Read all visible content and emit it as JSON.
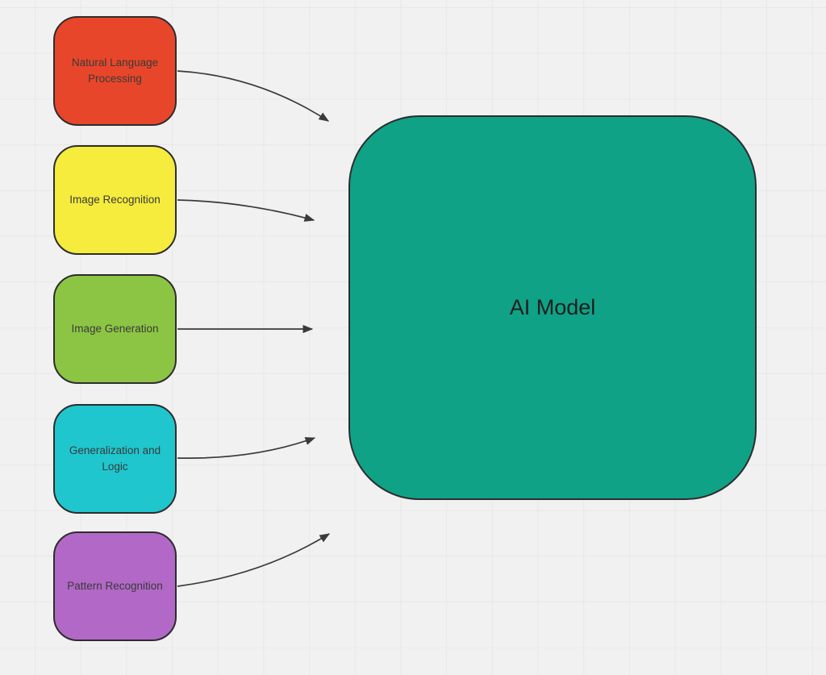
{
  "canvas": {
    "background_color": "#f1f1f1",
    "grid_color": "#e8e8e8",
    "connector_color": "#3a3a3a",
    "node_border_color": "#2d2d2d",
    "label_color": "#3a3a3a",
    "target_label_color": "#1e1e1e"
  },
  "nodes": [
    {
      "label": "Natural Language Processing",
      "color": "#E8462B"
    },
    {
      "label": "Image Recognition",
      "color": "#F5EC3D"
    },
    {
      "label": "Image Generation",
      "color": "#8CC544"
    },
    {
      "label": "Generalization and Logic",
      "color": "#1FC6CE"
    },
    {
      "label": "Pattern Recognition",
      "color": "#B268C6"
    }
  ],
  "target": {
    "label": "AI Model",
    "color": "#0FA287"
  },
  "connectors": [
    {
      "from": "Natural Language Processing",
      "to": "AI Model"
    },
    {
      "from": "Image Recognition",
      "to": "AI Model"
    },
    {
      "from": "Image Generation",
      "to": "AI Model"
    },
    {
      "from": "Generalization and Logic",
      "to": "AI Model"
    },
    {
      "from": "Pattern Recognition",
      "to": "AI Model"
    }
  ]
}
